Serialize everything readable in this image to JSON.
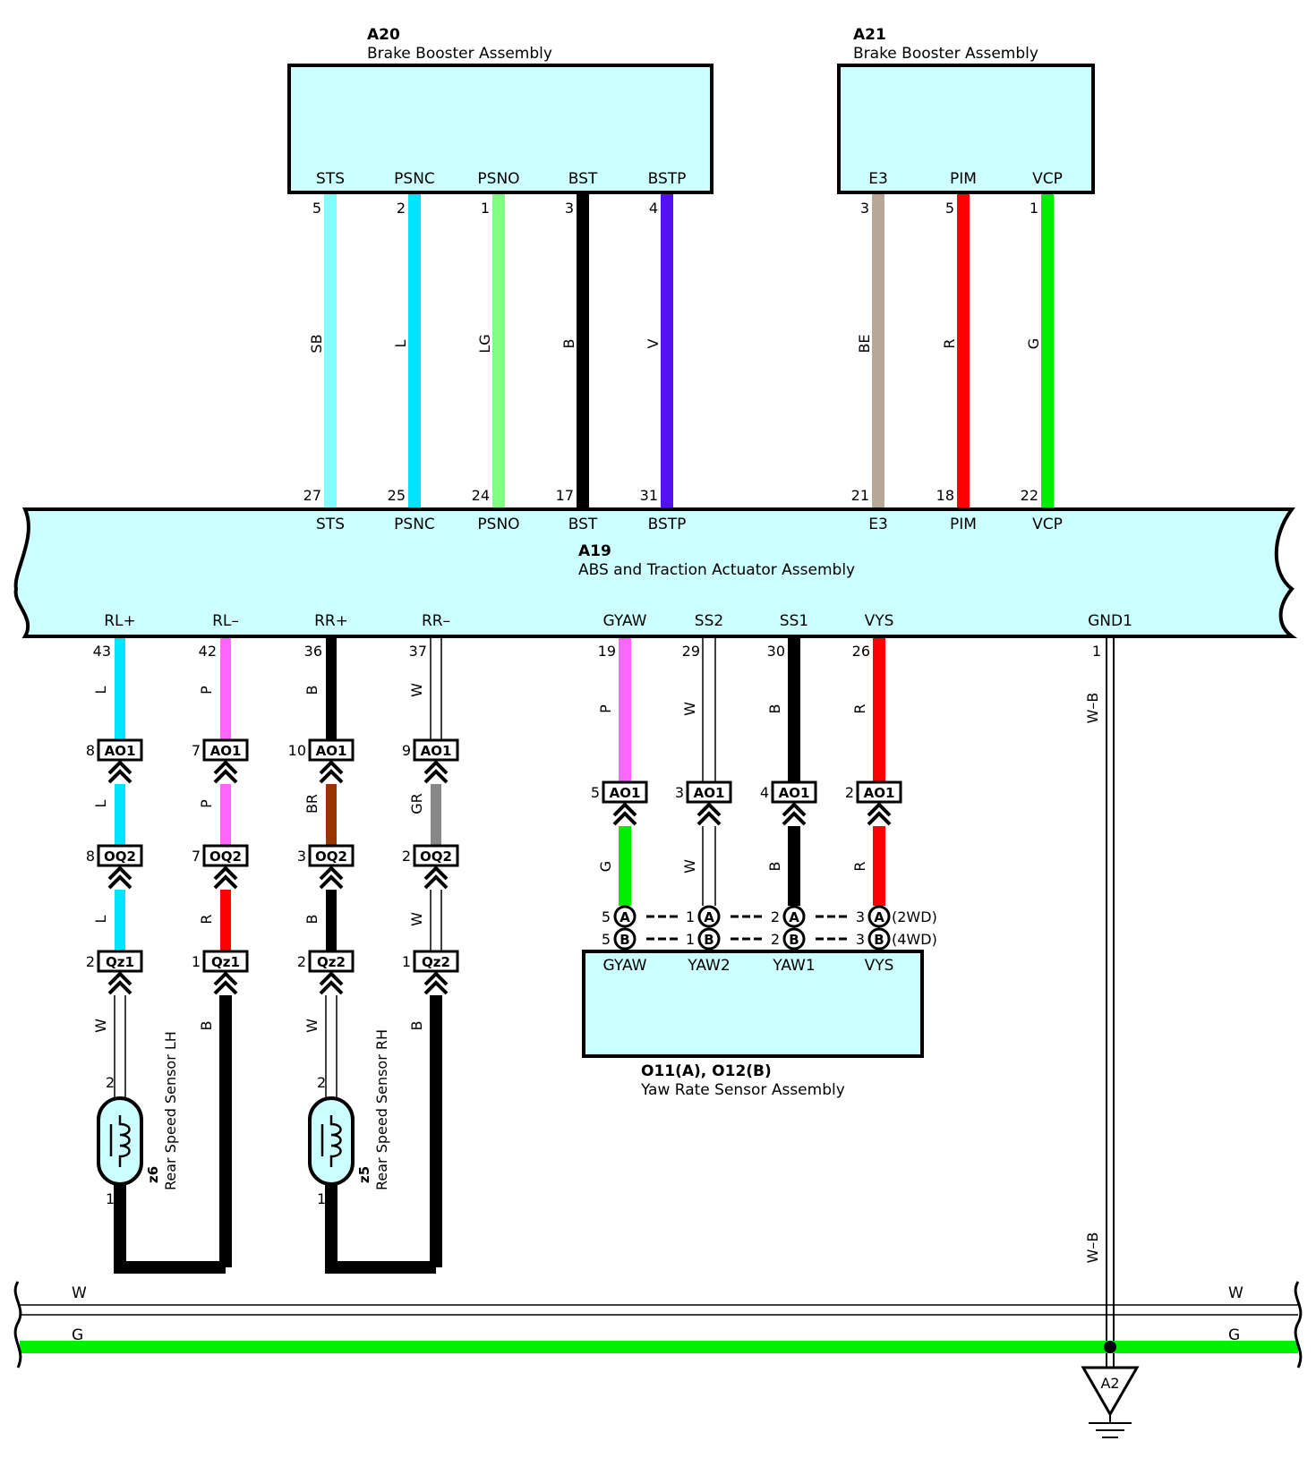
{
  "components": {
    "a20": {
      "id": "A20",
      "name": "Brake Booster Assembly",
      "terminals": [
        "STS",
        "PSNC",
        "PSNO",
        "BST",
        "BSTP"
      ],
      "pins": [
        "5",
        "2",
        "1",
        "3",
        "4"
      ]
    },
    "a21": {
      "id": "A21",
      "name": "Brake Booster Assembly",
      "terminals": [
        "E3",
        "PIM",
        "VCP"
      ],
      "pins": [
        "3",
        "5",
        "1"
      ]
    },
    "a19": {
      "id": "A19",
      "name": "ABS and Traction Actuator Assembly",
      "top_terminals": [
        "STS",
        "PSNC",
        "PSNO",
        "BST",
        "BSTP",
        "E3",
        "PIM",
        "VCP"
      ],
      "top_pins": [
        "27",
        "25",
        "24",
        "17",
        "31",
        "21",
        "18",
        "22"
      ],
      "bottom_terminals": [
        "RL+",
        "RL–",
        "RR+",
        "RR–",
        "GYAW",
        "SS2",
        "SS1",
        "VYS",
        "GND1"
      ],
      "bottom_pins": [
        "43",
        "42",
        "36",
        "37",
        "19",
        "29",
        "30",
        "26",
        "1"
      ]
    },
    "yaw": {
      "id": "O11(A), O12(B)",
      "name": "Yaw Rate Sensor Assembly",
      "terminals": [
        "GYAW",
        "YAW2",
        "YAW1",
        "VYS"
      ]
    },
    "rl_sensor": {
      "id": "z6",
      "name": "Rear Speed Sensor LH",
      "pins": [
        "2",
        "1"
      ]
    },
    "rr_sensor": {
      "id": "z5",
      "name": "Rear Speed Sensor RH",
      "pins": [
        "2",
        "1"
      ]
    },
    "ground": {
      "id": "A2"
    }
  },
  "upper_wires": {
    "a20": [
      "SB",
      "L",
      "LG",
      "B",
      "V"
    ],
    "a21": [
      "BE",
      "R",
      "G"
    ]
  },
  "wheel_wires": {
    "colors_top": [
      "L",
      "P",
      "B",
      "W"
    ],
    "ao1_pins": [
      "8",
      "7",
      "10",
      "9"
    ],
    "colors_mid": [
      "L",
      "P",
      "BR",
      "GR"
    ],
    "oq2_pins": [
      "8",
      "7",
      "3",
      "2"
    ],
    "colors_low": [
      "L",
      "R",
      "B",
      "W"
    ],
    "qz_labels": [
      "Qz1",
      "Qz1",
      "Qz2",
      "Qz2"
    ],
    "qz_pins": [
      "2",
      "1",
      "2",
      "1"
    ],
    "colors_sensor": [
      "W",
      "B",
      "W",
      "B"
    ]
  },
  "yaw_wires": {
    "colors_top": [
      "P",
      "W",
      "B",
      "R"
    ],
    "ao1_pins": [
      "5",
      "3",
      "4",
      "2"
    ],
    "colors_low": [
      "G",
      "W",
      "B",
      "R"
    ],
    "a_pins": [
      "5",
      "1",
      "2",
      "3"
    ],
    "b_pins": [
      "5",
      "1",
      "2",
      "3"
    ],
    "variant_a": "(2WD)",
    "variant_b": "(4WD)"
  },
  "gnd_wire": {
    "color_top": "W–B",
    "color_low": "W–B"
  },
  "bus": {
    "w": "W",
    "g": "G"
  },
  "connectors": {
    "ao1": "AO1",
    "oq2": "OQ2",
    "a": "A",
    "b": "B"
  },
  "colors": {
    "box_fill": "#ccffff",
    "SB": "#80ffff",
    "L": "#00e5ff",
    "LG": "#80ff80",
    "B": "#000000",
    "V": "#5511ee",
    "BE": "#b8a898",
    "R": "#ff0000",
    "G": "#00ee00",
    "P": "#ff66ff",
    "BR": "#993300",
    "GR": "#888888",
    "W": "#ffffff"
  }
}
